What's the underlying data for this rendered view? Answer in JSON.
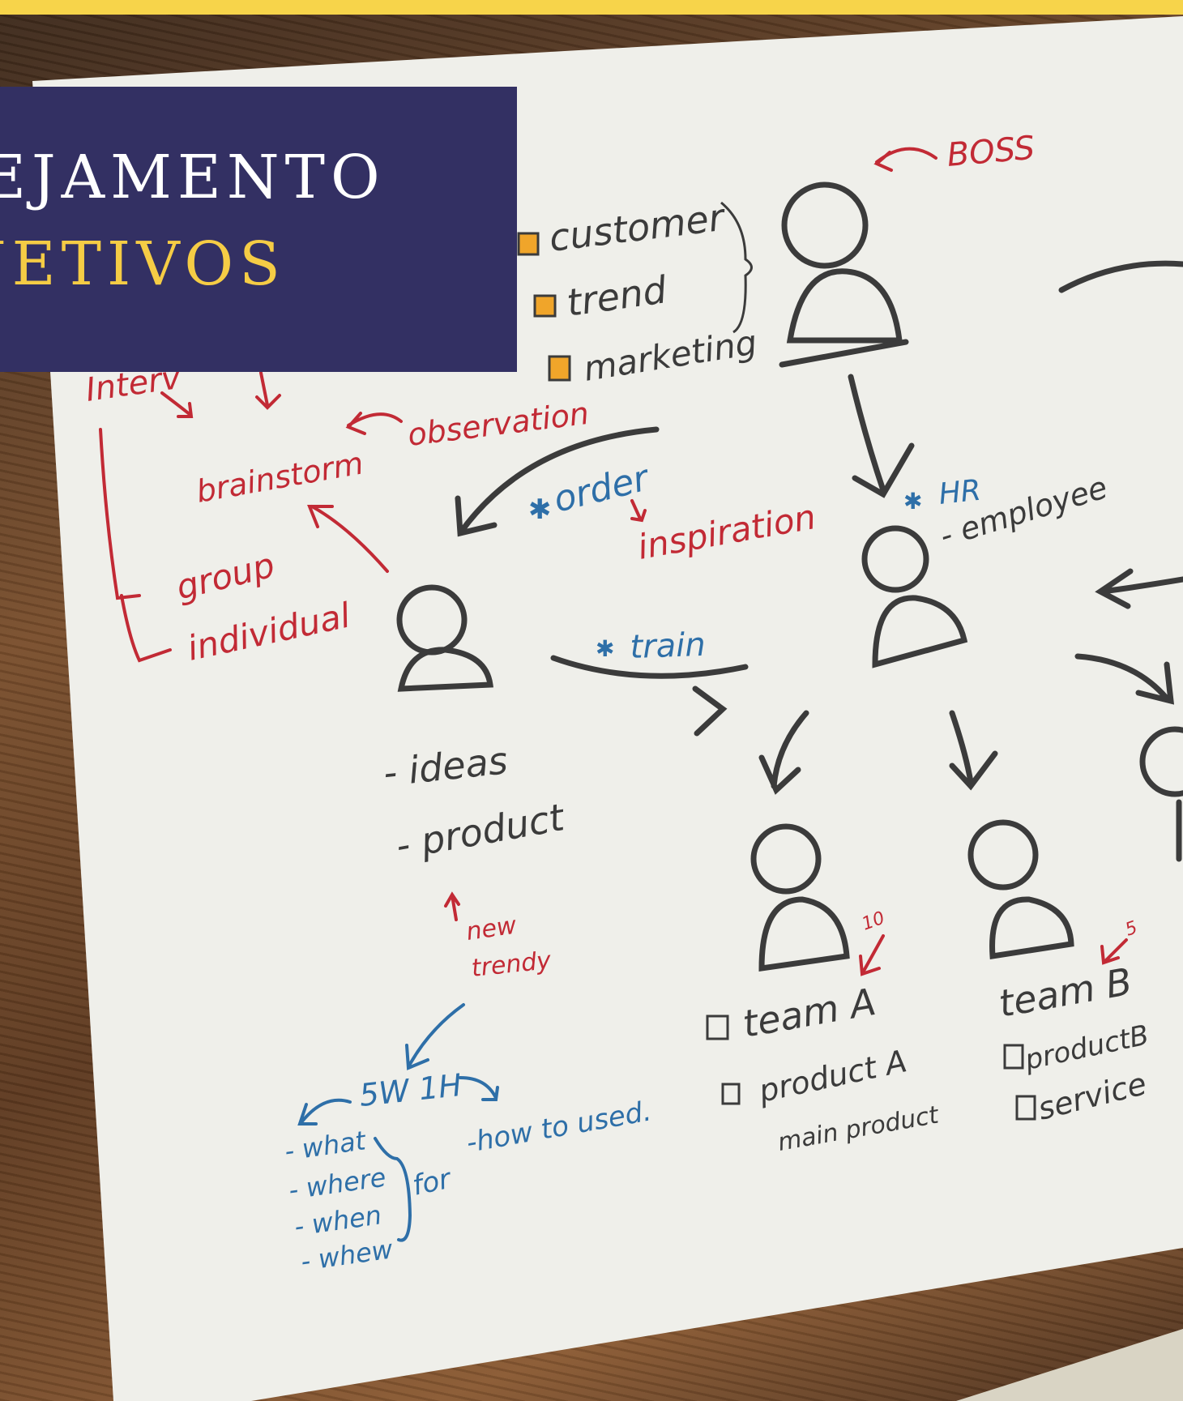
{
  "banner": {
    "line_1": "EJAMENTO",
    "line_2": "JETIVOS"
  },
  "colors": {
    "banner_bg": "#333063",
    "banner_line_1": "#ffffff",
    "banner_line_2": "#f5cc45",
    "top_bar": "#f7d44a",
    "ink_dark": "#3b3b3b",
    "ink_red": "#c22a35",
    "ink_blue": "#2e6fa8",
    "checkbox_fill": "#f0a52a"
  },
  "sketch": {
    "boss": "BOSS",
    "checklist": [
      "customer",
      "trend",
      "marketing"
    ],
    "interview": "Interv",
    "observation": "observation",
    "brainstorm": "brainstorm",
    "group": "group",
    "individual": "individual",
    "order": "order",
    "inspiration": "inspiration",
    "hr": "HR",
    "employee": "- employee",
    "train": "train",
    "ideas": "- ideas",
    "product": "- product",
    "new": "new",
    "trendy": "trendy",
    "five_w_one_h": "5W 1H",
    "questions": [
      "- what",
      "- where",
      "- when",
      "- whew"
    ],
    "for": "for",
    "how_to_used": "-how to used.",
    "team_a": "team A",
    "team_a_count": "10",
    "product_a": "product A",
    "main_product": "main product",
    "team_b": "team B",
    "team_b_count": "5",
    "product_b": "productB",
    "service": "service"
  }
}
